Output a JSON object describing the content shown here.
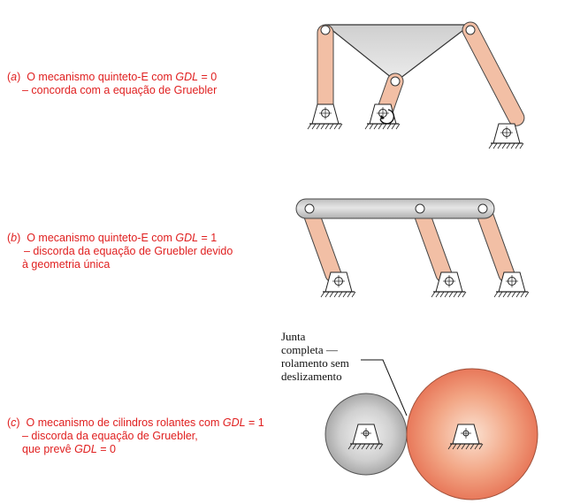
{
  "captions": {
    "a": {
      "letter": "a",
      "line1_pre": "O mecanismo quinteto-E com ",
      "dof_label": "GDL",
      "line1_post": " = 0",
      "line2": "– concorda com a equação de Gruebler"
    },
    "b": {
      "letter": "b",
      "line1_pre": "O mecanismo quinteto-E com ",
      "dof_label": "GDL",
      "line1_post": " = 1",
      "line2": "– discorda da equação de Gruebler devido",
      "line3": "à geometria única"
    },
    "c": {
      "letter": "c",
      "line1_pre": "O mecanismo de cilindros rolantes com ",
      "dof_label": "GDL",
      "line1_post": " = 1",
      "line2": "– discorda da equação de Gruebler,",
      "line3_pre": "que prevê ",
      "line3_dof_label": "GDL",
      "line3_post": " = 0"
    }
  },
  "annotation": {
    "line1": "Junta",
    "line2": "completa —",
    "line3": "rolamento sem",
    "line4": "deslizamento"
  },
  "colors": {
    "caption_text": "#e02020",
    "link_fill": "#f2bfa5",
    "ternary_fill": "#d4d4d4",
    "small_cylinder": "#b8b8b8",
    "large_cylinder": "#e8785a"
  }
}
